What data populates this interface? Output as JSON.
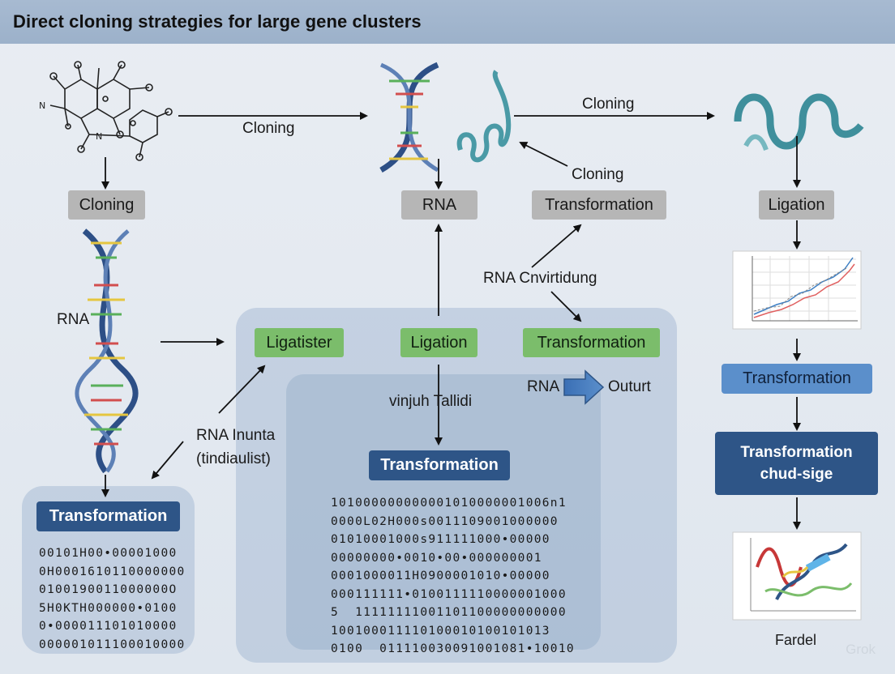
{
  "title": "Direct cloning strategies for large gene clusters",
  "top_row": {
    "arrow1_label": "Cloning",
    "arrow2_label": "Cloning",
    "back_arrow_label": "Cloning",
    "box_cloning": "Cloning",
    "box_rna": "RNA",
    "box_transformation": "Transformation",
    "box_ligation": "Ligation"
  },
  "middle": {
    "label_rna_left": "RNA",
    "label_rna_conversion": "RNA Cnvirtidung",
    "box_ligatister": "Ligatister",
    "box_ligation": "Ligation",
    "box_transformation": "Transformation",
    "label_rna_output_left": "RNA",
    "label_rna_output_right": "Outurt",
    "label_vinjuh": "vinjuh  Tallidi",
    "label_rna_input_line1": "RNA Inunta",
    "label_rna_input_line2": "(tindiaulist)",
    "box_transformation_center": "Transformation"
  },
  "left_panel": {
    "box_transformation": "Transformation",
    "binary_lines": [
      "00101H00•00001000",
      "0H0001610110000000",
      "0100190011000000O",
      "5H0KTH000000•0100",
      "0•000011101010000",
      "000001011100010000"
    ]
  },
  "center_panel": {
    "binary_lines": [
      "101000000000001010000001006n1",
      "0000L02H000s0011109001000000",
      "01010001000s911111000•00000",
      "00000000•0010•00•000000001",
      "0001000011H0900001010•00000",
      "000111111•0100111110000001000",
      "5  11111111001101100000000000",
      "100100011110100010100101013",
      "0100  011110030091001081•10010"
    ]
  },
  "right_column": {
    "box_transformation": "Transformation",
    "box_transformation_chud_line1": "Transformation",
    "box_transformation_chud_line2": "chud-sige",
    "caption": "Fardel"
  },
  "watermark": "Grok",
  "colors": {
    "title_bar": "#9cb1ca",
    "gray_box": "#b6b6b6",
    "green_box": "#7bbd6b",
    "navy_box": "#2e5587",
    "light_blue_box": "#5b8fcb",
    "dna_backbone": "#2d4f86"
  }
}
